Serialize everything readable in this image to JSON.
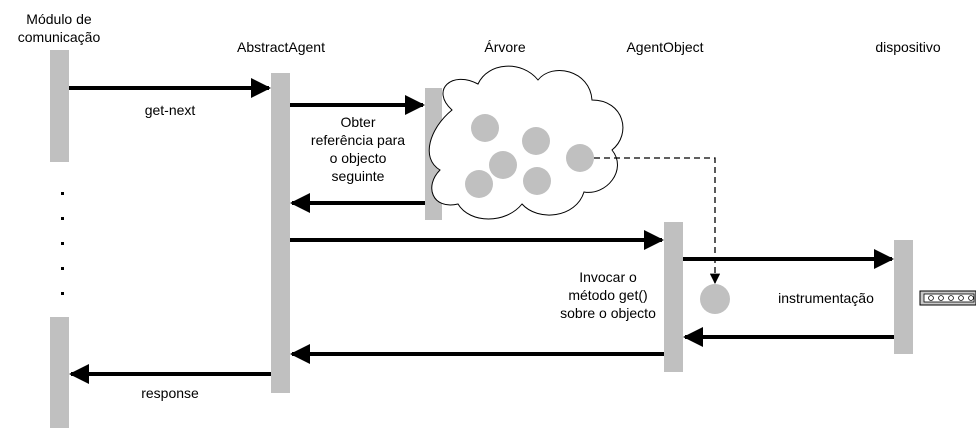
{
  "participants": {
    "modulo": "Módulo de\ncomunicação",
    "abstract_agent": "AbstractAgent",
    "arvore": "Árvore",
    "agent_object": "AgentObject",
    "dispositivo": "dispositivo"
  },
  "messages": {
    "get_next": "get-next",
    "obter": "Obter\nreferência para\no objecto\nseguinte",
    "invocar": "Invocar o\nmétodo get()\nsobre o objecto",
    "instrumentacao": "instrumentação",
    "response": "response"
  },
  "colors": {
    "lifeline": "#c0c0c0",
    "node": "#c0c0c0",
    "arrow": "#000000"
  }
}
